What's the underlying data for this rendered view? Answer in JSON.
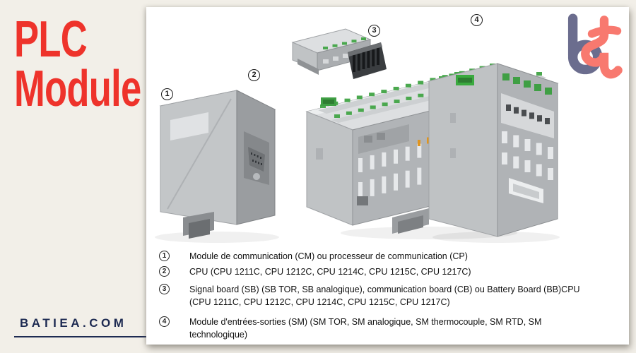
{
  "page": {
    "title": "PLC\nModule",
    "website": "BATIEA.COM",
    "colors": {
      "accent_red": "#ee332b",
      "navy": "#1e2b52",
      "background_cream": "#f2efe8",
      "panel_white": "#ffffff",
      "module_gray": "#b7babd",
      "terminal_green": "#4aa84e",
      "logo_b_slate": "#6b6d8e",
      "logo_t_coral": "#f8796f"
    }
  },
  "logo": {
    "icon": "bt-logo"
  },
  "diagram": {
    "callouts": [
      {
        "number": "1"
      },
      {
        "number": "2"
      },
      {
        "number": "3"
      },
      {
        "number": "4"
      }
    ]
  },
  "legend": {
    "items": [
      {
        "number": "1",
        "text": "Module de communication (CM) ou processeur de communication (CP)"
      },
      {
        "number": "2",
        "text": "CPU (CPU 1211C, CPU 1212C, CPU 1214C, CPU 1215C, CPU 1217C)"
      },
      {
        "number": "3",
        "text": "Signal board (SB) (SB TOR, SB analogique), communication board (CB) ou Battery Board (BB)CPU (CPU 1211C, CPU 1212C, CPU 1214C, CPU 1215C, CPU 1217C)"
      },
      {
        "number": "4",
        "text": "Module d'entrées-sorties (SM) (SM TOR, SM analogique, SM thermocouple, SM RTD, SM technologique)"
      }
    ]
  }
}
